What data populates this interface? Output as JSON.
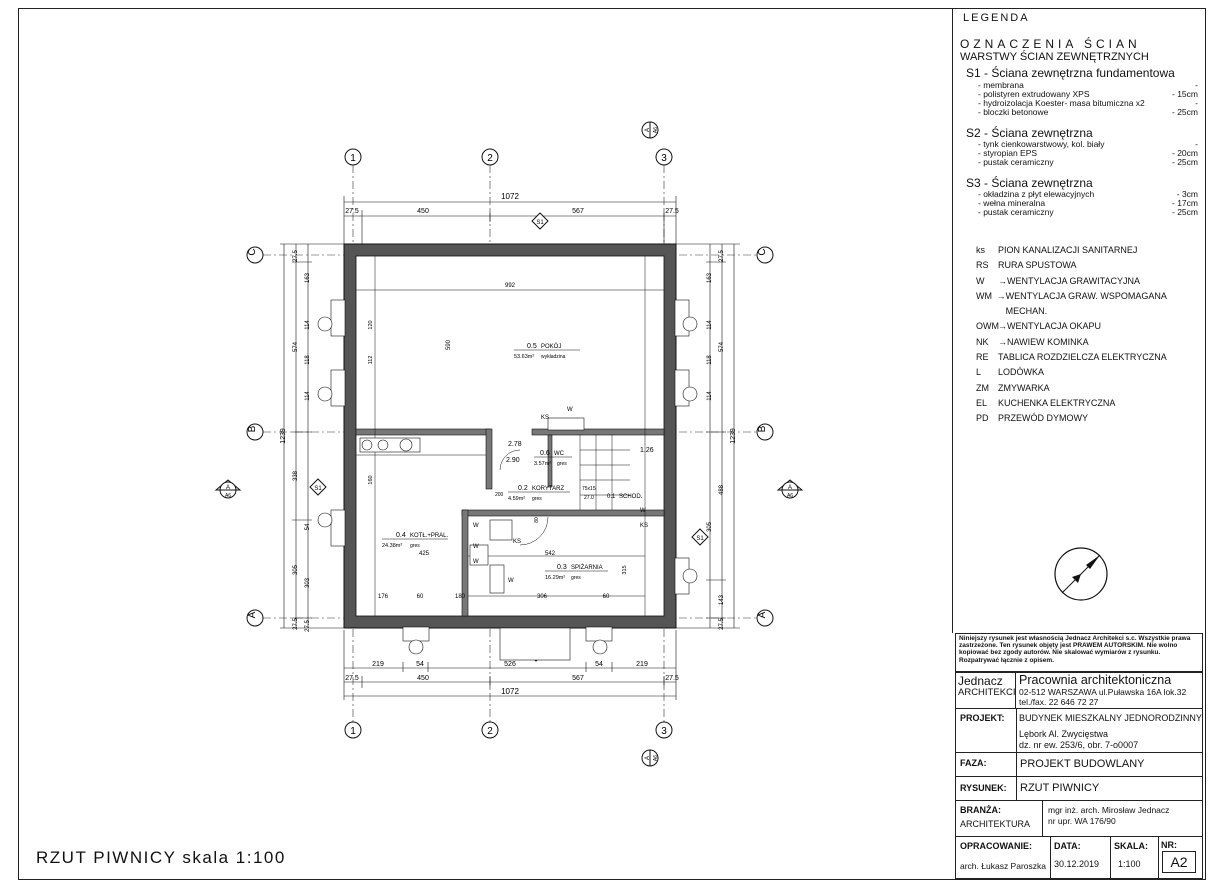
{
  "legend": {
    "title": "LEGENDA",
    "walls_title": "OZNACZENIA ŚCIAN",
    "walls_subtitle": "WARSTWY ŚCIAN ZEWNĘTRZNYCH",
    "wall_types": [
      {
        "name": "S1 - Ściana zewnętrzna fundamentowa",
        "layers": [
          {
            "name": "- membrana",
            "value": "-"
          },
          {
            "name": "- polistyren extrudowany XPS",
            "value": "- 15cm"
          },
          {
            "name": "- hydroizolacja Koester- masa bitumiczna x2",
            "value": "-"
          },
          {
            "name": "- bloczki betonowe",
            "value": "- 25cm"
          }
        ]
      },
      {
        "name": "S2 - Ściana zewnętrzna",
        "layers": [
          {
            "name": "- tynk cienkowarstwowy, kol. biały",
            "value": "-"
          },
          {
            "name": "- styropian EPS",
            "value": "- 20cm"
          },
          {
            "name": "- pustak ceramiczny",
            "value": "- 25cm"
          }
        ]
      },
      {
        "name": "S3 - Ściana zewnętrzna",
        "layers": [
          {
            "name": "- okładzina z płyt elewacyjnych",
            "value": "- 3cm"
          },
          {
            "name": "- wełna mineralna",
            "value": "- 17cm"
          },
          {
            "name": "- pustak ceramiczny",
            "value": "- 25cm"
          }
        ]
      }
    ],
    "symbols": [
      {
        "code": "ks",
        "desc": "PION KANALIZACJI SANITARNEJ"
      },
      {
        "code": "RS",
        "desc": "RURA SPUSTOWA"
      },
      {
        "code": "W",
        "desc": "WENTYLACJA GRAWITACYJNA",
        "arrow": true
      },
      {
        "code": "WM",
        "desc": "WENTYLACJA GRAW. WSPOMAGANA MECHAN.",
        "arrow": true
      },
      {
        "code": "OWM",
        "desc": "WENTYLACJA OKAPU",
        "arrow": true
      },
      {
        "code": "NK",
        "desc": "NAWIEW KOMINKA",
        "arrow": true
      },
      {
        "code": "RE",
        "desc": "TABLICA ROZDZIELCZA ELEKTRYCZNA"
      },
      {
        "code": "L",
        "desc": "LODÓWKA"
      },
      {
        "code": "ZM",
        "desc": "ZMYWARKA"
      },
      {
        "code": "EL",
        "desc": "KUCHENKA ELEKTRYCZNA"
      },
      {
        "code": "PD",
        "desc": "PRZEWÓD DYMOWY"
      }
    ]
  },
  "title_block": {
    "note": "Niniejszy rysunek jest własnością Jednacz Architekci s.c. Wszystkie prawa zastrzeżone. Ten rysunek objęty jest PRAWEM AUTORSKIM. Nie wolno kopiować bez zgody autorów. Nie skalować wymiarów z rysunku. Rozpatrywać łącznie z opisem.",
    "firm_name_1": "Jednacz",
    "firm_name_2": "ARCHITEKCI",
    "firm_title": "Pracownia architektoniczna",
    "firm_address": "02-512 WARSZAWA ul.Puławska 16A lok.32",
    "firm_phone": "tel./fax. 22 646 72 27",
    "project_label": "PROJEKT:",
    "project_name": "BUDYNEK MIESZKALNY JEDNORODZINNY",
    "project_loc1": "Lębork Al. Zwycięstwa",
    "project_loc2": "dz. nr ew. 253/6, obr. 7-o0007",
    "phase_label": "FAZA:",
    "phase": "PROJEKT BUDOWLANY",
    "drawing_label": "RYSUNEK:",
    "drawing": "RZUT PIWNICY",
    "branch_label": "BRANŻA:",
    "branch": "ARCHITEKTURA",
    "author1": "mgr inż. arch. Mirosław Jednacz",
    "author2": "nr upr. WA 176/90",
    "prepared_label": "OPRACOWANIE:",
    "prepared_by": "arch. Łukasz Paroszka",
    "date_label": "DATA:",
    "date": "30.12.2019",
    "scale_label": "SKALA:",
    "scale": "1:100",
    "nr_label": "NR:",
    "nr": "A2"
  },
  "caption": "RZUT PIWNICY skala 1:100",
  "plan": {
    "axes_v": [
      "1",
      "2",
      "3"
    ],
    "axes_h": [
      "C",
      "B",
      "A"
    ],
    "dims_top_total": "1072",
    "dims_top": [
      "27.5",
      "450",
      "567",
      "27.5"
    ],
    "dims_bottom_total": "1072",
    "dims_bottom": [
      "27.5",
      "450",
      "567",
      "27.5"
    ],
    "dims_bottom_sub": [
      "219",
      "54",
      "526",
      "54",
      "219"
    ],
    "dims_left_total": "1239",
    "dims_left": [
      "27.5",
      "574",
      "338",
      "305",
      "27.5"
    ],
    "dims_left_sub": [
      "163",
      "114",
      "118",
      "114",
      "54",
      "303",
      "27.5"
    ],
    "dims_right_total": "1239",
    "dims_right": [
      "27.5",
      "574",
      "488",
      "143",
      "27.5"
    ],
    "dims_right_sub": [
      "163",
      "114",
      "118",
      "114",
      "305"
    ],
    "section_mark": "A",
    "section_sheet": "A6",
    "wall_tag": "S1",
    "rooms": [
      {
        "num": "0.5",
        "name": "POKÓJ",
        "area": "53.63m²",
        "floor": "wykładzina"
      },
      {
        "num": "0.6",
        "name": "WC",
        "area": "3.57m²",
        "floor": "gres"
      },
      {
        "num": "0.2",
        "name": "KORYTARZ",
        "area": "4.59m²",
        "floor": "gres"
      },
      {
        "num": "0.1",
        "name": "SCHOD.",
        "area": "",
        "floor": ""
      },
      {
        "num": "0.4",
        "name": "KOTŁ.+PRAL.",
        "area": "24.38m²",
        "floor": "gres"
      },
      {
        "num": "0.3",
        "name": "SPIŻARNIA",
        "area": "16.29m²",
        "floor": "gres"
      }
    ],
    "inner_dims": [
      "992",
      "590",
      "425",
      "542",
      "176",
      "60",
      "180",
      "306",
      "60",
      "1.26",
      "2.78",
      "2.90",
      "120",
      "112",
      "200",
      "80",
      "75x15",
      "27.0",
      "315",
      "160"
    ],
    "labels_ks": "KS",
    "labels_w": "W"
  }
}
